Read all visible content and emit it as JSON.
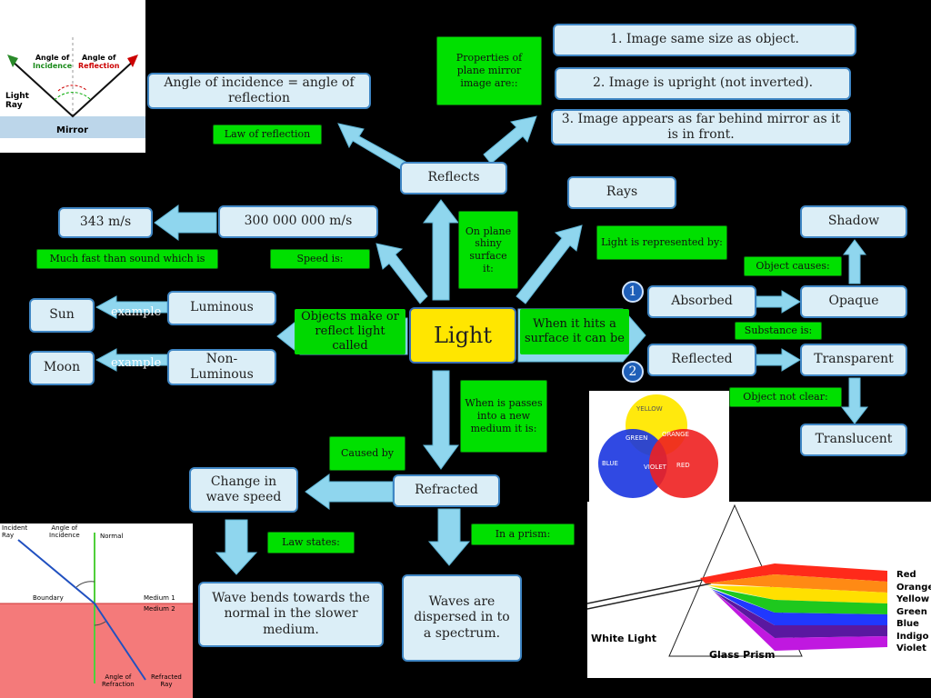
{
  "center": "Light",
  "upper": {
    "reflects": "Reflects",
    "on_plane": "On plane shiny surface it:",
    "law_of_reflection": "Law of reflection",
    "angle_statement": "Angle of incidence = angle of reflection",
    "properties": "Properties of plane mirror image are::",
    "prop1": "1. Image same size as object.",
    "prop2": "2. Image is upright (not inverted).",
    "prop3": "3. Image appears as far behind mirror as it is in front.",
    "rays": "Rays",
    "represented": "Light is represented by:"
  },
  "speed": {
    "speed_is": "Speed is:",
    "light_speed": "300 000 000 m/s",
    "sound_speed": "343  m/s",
    "faster": "Much fast than sound which is"
  },
  "sources": {
    "objects_make": "Objects make or reflect light called",
    "luminous": "Luminous",
    "non_luminous": "Non-Luminous",
    "example": "example",
    "sun": "Sun",
    "moon": "Moon"
  },
  "surface": {
    "when_hits": "When it hits a surface it can be",
    "absorbed": "Absorbed",
    "reflected": "Reflected",
    "n1": "1",
    "n2": "2",
    "opaque": "Opaque",
    "transparent": "Transparent",
    "translucent": "Translucent",
    "shadow": "Shadow",
    "object_causes": "Object  causes:",
    "substance_is": "Substance is:",
    "object_not_clear": "Object  not clear:"
  },
  "refraction": {
    "when_passes": "When is passes into a new medium it is:",
    "refracted": "Refracted",
    "caused_by": "Caused by",
    "change_speed": "Change in wave speed",
    "law_states": "Law states:",
    "bends": "Wave bends towards the normal in the slower medium.",
    "in_prism": "In a prism:",
    "dispersed": "Waves are dispersed in to a spectrum."
  },
  "mirror_figure": {
    "angle_incidence_1": "Angle of",
    "angle_incidence_2": "Incidence",
    "angle_reflection_1": "Angle of",
    "angle_reflection_2": "Reflection",
    "light_ray_1": "Light",
    "light_ray_2": "Ray",
    "mirror": "Mirror"
  },
  "refraction_figure": {
    "incident_ray_1": "Incident",
    "incident_ray_2": "Ray",
    "angle_inc_1": "Angle of",
    "angle_inc_2": "Incidence",
    "normal": "Normal",
    "boundary": "Boundary",
    "medium1": "Medium 1",
    "medium2": "Medium 2",
    "angle_ref_1": "Angle of",
    "angle_ref_2": "Refraction",
    "refracted_ray_1": "Refracted",
    "refracted_ray_2": "Ray"
  },
  "color_figure": {
    "yellow": "YELLOW",
    "green": "GREEN",
    "orange": "ORANGE",
    "blue": "BLUE",
    "violet": "VIOLET",
    "red": "RED"
  },
  "prism_figure": {
    "white_light": "White Light",
    "glass_prism": "Glass Prism",
    "spectrum": [
      "Red",
      "Orange",
      "Yellow",
      "Green",
      "Blue",
      "Indigo",
      "Violet"
    ]
  },
  "colors": {
    "node_fill": "#dbeef7",
    "node_border": "#3f86c4",
    "label_fill": "#00e000",
    "center_fill": "#ffe600",
    "arrow": "#8fd6ee"
  }
}
